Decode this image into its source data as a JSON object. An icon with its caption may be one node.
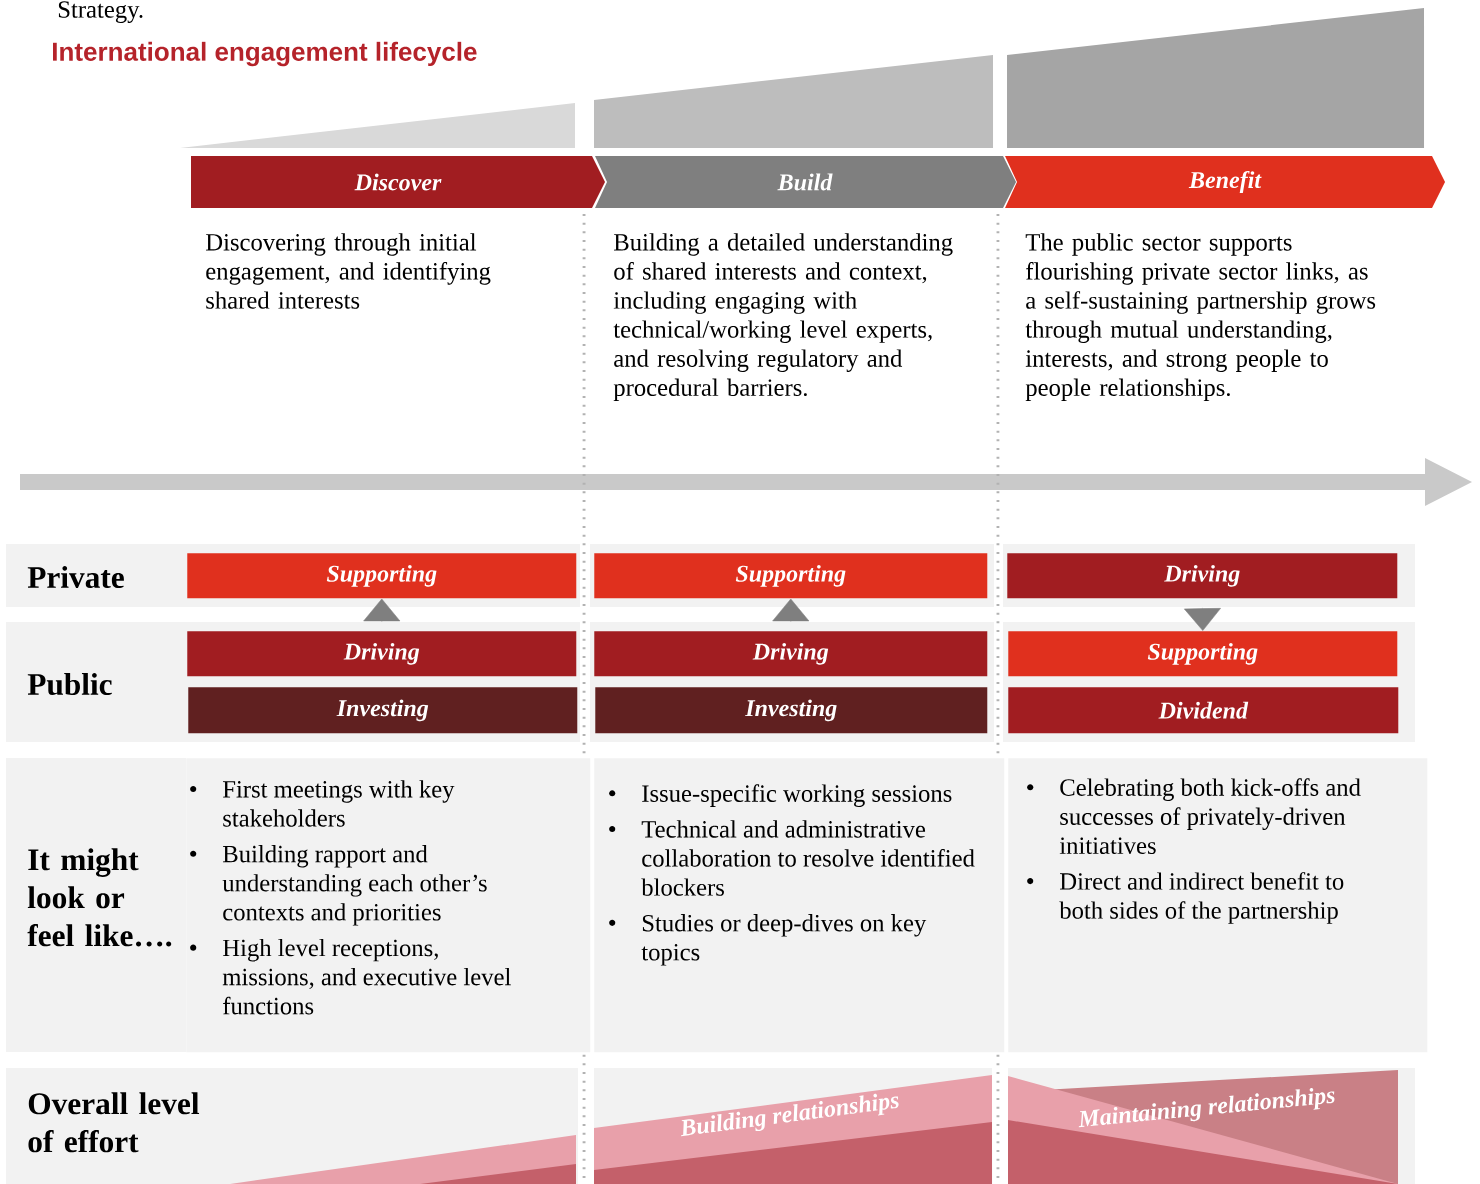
{
  "diagram": {
    "title": "International engagement lifecycle",
    "nodes": [
      {
        "text": [
          "Discover"
        ],
        "beside": [
          "Discovering through initial engagement, and identifying shared interests"
        ]
      },
      {
        "text": [
          "Build"
        ],
        "beside": [
          "Building a detailed understanding of shared interests and context, including engaging with technical/working level experts, and resolving regulatory and procedural barriers."
        ]
      },
      {
        "text": [
          "Benefit"
        ],
        "beside": [
          "The public sector supports flourishing private sector links, as a self-sustaining partnership grows through mutual understanding, interests, and strong people to people relationships."
        ]
      },
      {
        "text": [
          "Supporting"
        ]
      },
      {
        "text": [
          "Driving"
        ]
      },
      {
        "text": [
          "Investing"
        ]
      },
      {
        "text": [
          "Supporting"
        ]
      },
      {
        "text": [
          "Driving"
        ]
      },
      {
        "text": [
          "Investing"
        ]
      },
      {
        "text": [
          "Driving"
        ]
      },
      {
        "text": [
          "Supporting"
        ]
      },
      {
        "text": [
          "Dividend"
        ]
      },
      {
        "text": [
          "First meetings with key stakeholders",
          "Building rapport and understanding each other’s contexts and priorities",
          "High level receptions, missions, and executive level functions"
        ]
      },
      {
        "text": [
          "Issue-specific working sessions",
          "Technical and administrative collaboration to resolve identified blockers",
          "Studies or deep-dives on key topics"
        ]
      },
      {
        "text": [
          "Celebrating both kick-offs and successes of privately-driven initiatives",
          "Direct and indirect benefit to both sides of the partnership"
        ]
      }
    ],
    "edges": [
      {
        "from": 4,
        "to": 3,
        "arrow": "to"
      },
      {
        "from": 7,
        "to": 6,
        "arrow": "to"
      },
      {
        "from": 9,
        "to": 10,
        "arrow": "to"
      }
    ],
    "labels": [
      "Strategy.",
      "Private",
      "Public",
      "It might look or feel like….",
      "Overall level of effort",
      "Building relationships",
      "Maintaining relationships"
    ]
  }
}
